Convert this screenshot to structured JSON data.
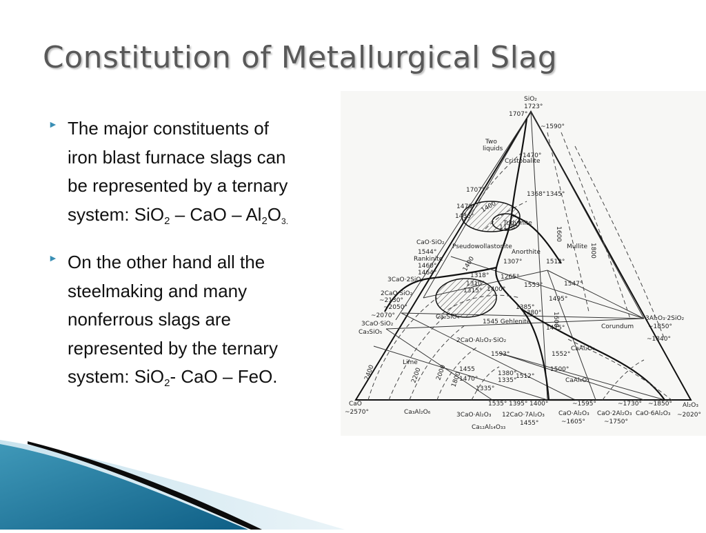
{
  "slide": {
    "title": "Constitution of Metallurgical Slag",
    "bullets": [
      {
        "line1": "The major constituents of",
        "line2": "iron blast furnace slags can",
        "line3": "be represented by a ternary",
        "line4_pre": "system: SiO",
        "sub1": "2",
        "mid1": " – CaO – Al",
        "sub2": "2",
        "mid2": "O",
        "sub3": "3."
      },
      {
        "line1": "On the other hand all the",
        "line2": "steelmaking and many",
        "line3": "nonferrous slags are",
        "line4": "represented by the ternary",
        "line5_pre": "system: SiO",
        "sub1": "2",
        "line5_post": "- CaO – FeO."
      }
    ]
  },
  "diagram": {
    "labels": {
      "sio2": "SiO₂",
      "sio2_temp": "1723°",
      "t1707a": "1707°",
      "t1590": "~1590°",
      "two_liquids_1": "Two",
      "two_liquids_2": "liquids",
      "t1470top": "1470°",
      "cristobalite": "Cristobalite",
      "t1707b": "1707°",
      "t1368": "1368°",
      "t1345": "1345°",
      "t1470": "1470°",
      "t1436": "1436°",
      "tridymite": "Tridymite",
      "t1170": "1170°",
      "t1400": "1400",
      "pseudowollastonite": "Pseudowollastonite",
      "casio2": "CaO·SiO₂",
      "t1544": "1544°",
      "rankinite": "Rankinite",
      "t1460": "1460°",
      "t1464": "1464°",
      "c3s2": "3CaO·2SiO₂",
      "anorthite": "Anorthite",
      "mullite": "Mullite",
      "t1307": "1307°",
      "t1512a": "1512°",
      "t1318": "1318°",
      "t1310": "1310°",
      "t1265": "1265°",
      "t1315": "1315°",
      "t1553": "1553°",
      "t1547": "1547°",
      "t1495": "1495°",
      "c2s": "2CaO·SiO₂",
      "t2130": "~2130°",
      "t2050": "~2050°",
      "t2070": "~2070°",
      "t1385": "1385°",
      "t1380a": "1380°",
      "gehlenite": "1545 Gehlenite",
      "c3s": "3CaO·SiO₂",
      "ca3sio5": "Ca₃SiO₅",
      "ca2sio4": "Ca₂SiO₄",
      "t1475": "1475°",
      "corundum": "Corundum",
      "a3s2": "3Al₂O₃·2SiO₂",
      "t1850a": "~1850°",
      "t1840": "~1840°",
      "c2as": "2CaO·Al₂O₃·SiO₂",
      "t1593": "1593°",
      "t1552": "1552°",
      "caal2o4_1": "CaAl₂O₄",
      "lime": "Lime",
      "t1455a": "1455",
      "t1470b": "1470°",
      "t1380b": "1380°",
      "t1512b": "1512°",
      "t1500": "1500°",
      "t1335a": "1335°",
      "t1335b": "1335°",
      "caal4o7": "CaAl₄O₇",
      "t1535": "1535°",
      "t1395": "1395°",
      "t1400b": "1400°",
      "t1595": "~1595°",
      "t1730": "~1730°",
      "t1850b": "~1850°",
      "cao": "CaO",
      "t2570": "~2570°",
      "al2o3": "Al₂O₃",
      "t2020": "~2020°",
      "ca3al2o6": "Ca₃Al₂O₆",
      "c3a": "3CaO·Al₂O₃",
      "c12a7": "12CaO·7Al₂O₃",
      "t1455b": "1455°",
      "ca12al14o33": "Ca₁₂Al₁₄O₃₃",
      "ca": "CaO·Al₂O₃",
      "t1605": "~1605°",
      "ca2": "CaO·2Al₂O₃",
      "t1750": "~1750°",
      "ca6": "CaO·6Al₂O₃",
      "iso2400": "2400",
      "iso2200": "2200",
      "iso2000": "2000",
      "iso1800": "1800",
      "iso1600": "1600",
      "iso1800b": "1800",
      "iso1600b": "1600",
      "iso1400": "1400",
      "iso1400b": "1400"
    }
  }
}
